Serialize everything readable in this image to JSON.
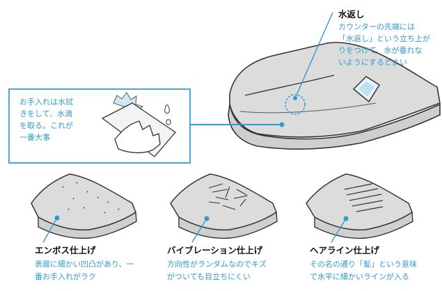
{
  "mizugaeshi": {
    "title": "水返し",
    "lines": [
      "カウンターの先端には",
      "「水返し」という立ち上が",
      "りをつけて、水が垂れな",
      "いようにするとよい"
    ]
  },
  "care": {
    "lines": [
      "お手入れは水拭",
      "きをして、水滴",
      "を取る。これが",
      "一番大事"
    ]
  },
  "finishes": [
    {
      "title": "エンボス仕上げ",
      "lines": [
        "表層に細かい凹凸があり、一",
        "番お手入れがラク"
      ]
    },
    {
      "title": "バイブレーション仕上げ",
      "lines": [
        "方向性がランダムなのでキズ",
        "がついても目立ちにくい"
      ]
    },
    {
      "title": "ヘアライン仕上げ",
      "lines": [
        "その名の通り「髪」という意味",
        "で水平に細かいラインが入る"
      ]
    }
  ],
  "colors": {
    "accent": "#2f9bd0",
    "shade": "#dcdcdc",
    "ink": "#333333"
  }
}
